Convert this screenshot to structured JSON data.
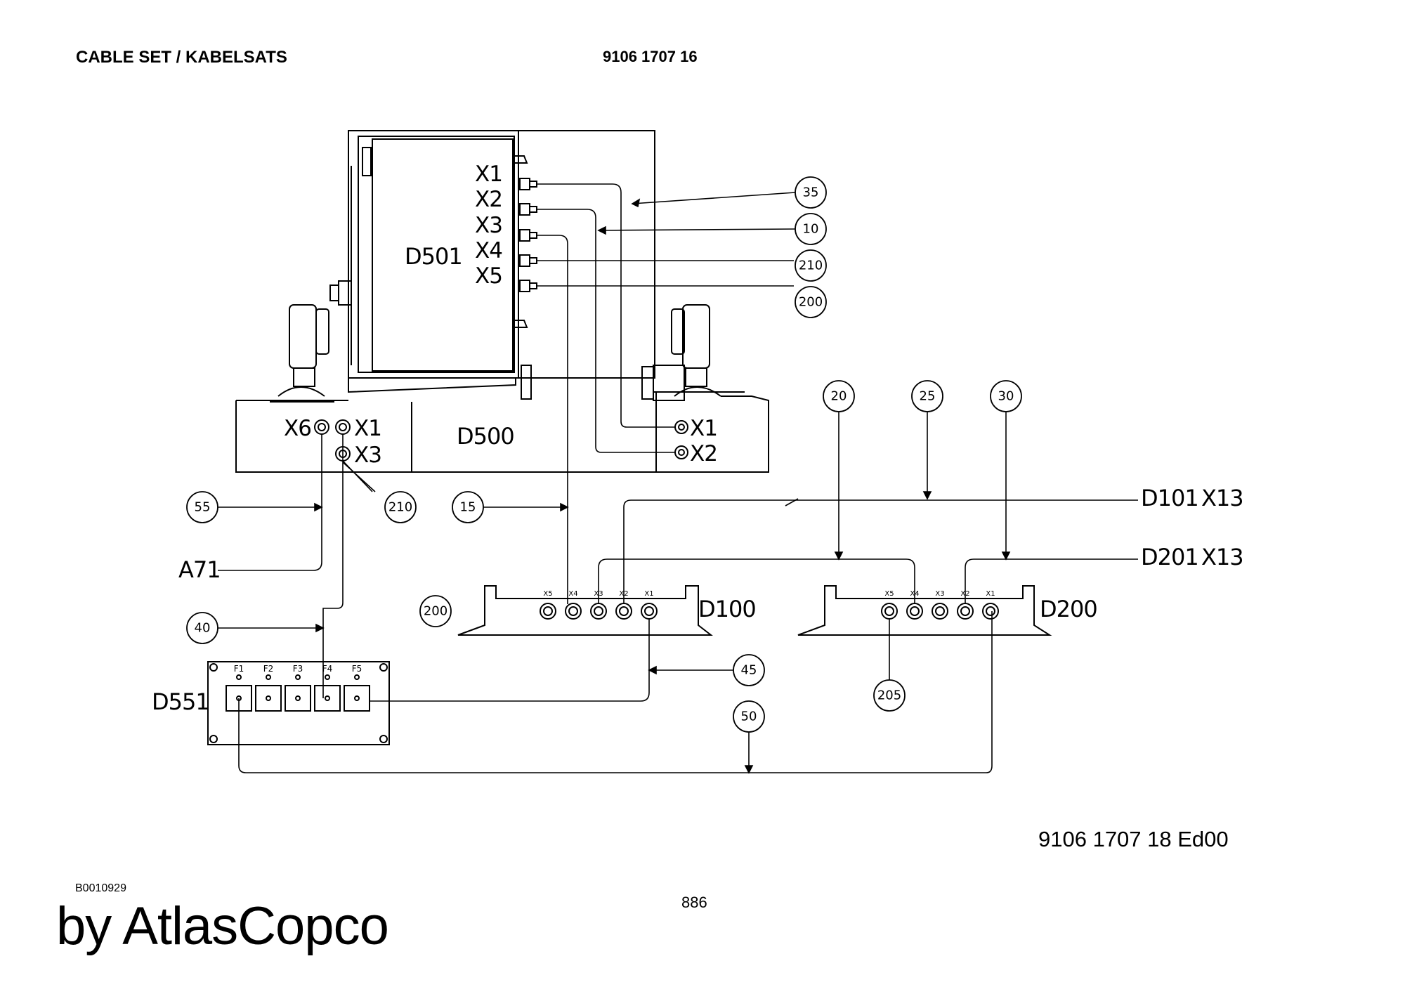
{
  "header": {
    "title": "CABLE SET / KABELSATS",
    "number": "9106 1707 16"
  },
  "diagram": {
    "components": {
      "d501": "D501",
      "d500": "D500",
      "d100": "D100",
      "d200": "D200",
      "d551": "D551",
      "a71": "A71",
      "d101": "D101",
      "d201": "D201",
      "x13a": "X13",
      "x13b": "X13"
    },
    "d501_ports": [
      "X1",
      "X2",
      "X3",
      "X4",
      "X5"
    ],
    "d500_ports": [
      "X6",
      "X1",
      "X3"
    ],
    "d500_right_ports": [
      "X1",
      "X2"
    ],
    "unit_pins": [
      "X5",
      "X4",
      "X3",
      "X2",
      "X1"
    ],
    "fuse_labels": [
      "F1",
      "F2",
      "F3",
      "F4",
      "F5"
    ],
    "callouts": {
      "c35": "35",
      "c10": "10",
      "c210a": "210",
      "c200a": "200",
      "c20": "20",
      "c25": "25",
      "c30": "30",
      "c55": "55",
      "c210b": "210",
      "c15": "15",
      "c200b": "200",
      "c40": "40",
      "c45": "45",
      "c205": "205",
      "c50": "50"
    }
  },
  "footer": {
    "ref": "9106 1707 18  Ed00",
    "code": "B0010929",
    "page": "886",
    "brand": "by AtlasCopco"
  }
}
